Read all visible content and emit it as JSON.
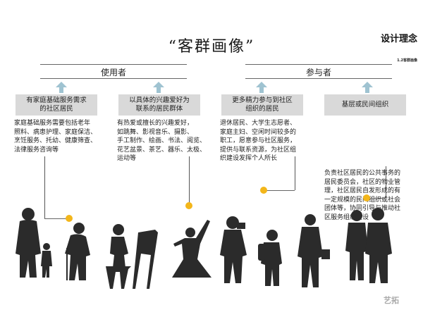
{
  "header": {
    "title": "“客群画像”",
    "corner_title": "设计理念",
    "corner_subtitle": "1.2客群画像"
  },
  "groups": [
    {
      "label": "使用者"
    },
    {
      "label": "参与者"
    }
  ],
  "columns": [
    {
      "box": "有家庭基础服务需求\n的社区居民",
      "desc": "家庭基础服务需要包括老年\n照料、病患护理、家庭保洁、\n烹饪服务、托幼、健康筛查、\n法律服务咨询等"
    },
    {
      "box": "以具体的兴趣爱好为\n联系的居民群体",
      "desc": "有热爱或擅长的兴趣爱好，\n如跳舞、影视音乐、摄影、\n手工制作、绘画、书法、阅览、\n花艺盆景、茶艺、器乐、太极、\n运动等"
    },
    {
      "box": "更多精力参与到社区\n组织的居民",
      "desc": "退休居民、大学生志愿者、\n家庭主妇、空闲时间较多的\n职工，愿意参与社区服务，\n提供与联系资源，为社区组\n织建设发挥个人所长"
    },
    {
      "box": "基层或民间组织",
      "desc": "负责社区居民的公共事务的\n居民委员会，社区的物业管\n理，社区居民自发形成的有\n一定规模的民间组织或社会\n团体等，协同引导与推动社\n区服务组织建设"
    }
  ],
  "colors": {
    "box_bg": "#d9d9d9",
    "arrow": "#9fc3d1",
    "dot": "#f3b61a",
    "silhouette": "#2b2b2b"
  },
  "watermark": "艺拓"
}
